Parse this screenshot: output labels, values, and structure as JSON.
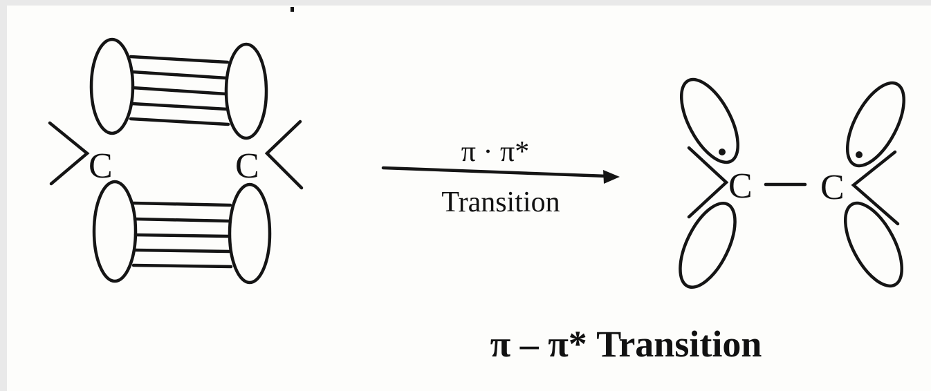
{
  "diagram": {
    "left_molecule": {
      "left_atom": "C",
      "right_atom": "C"
    },
    "arrow": {
      "top_label": "π · π*",
      "bottom_label": "Transition"
    },
    "right_molecule": {
      "left_atom": "C",
      "right_atom": "C"
    },
    "caption": "π – π* Transition"
  }
}
